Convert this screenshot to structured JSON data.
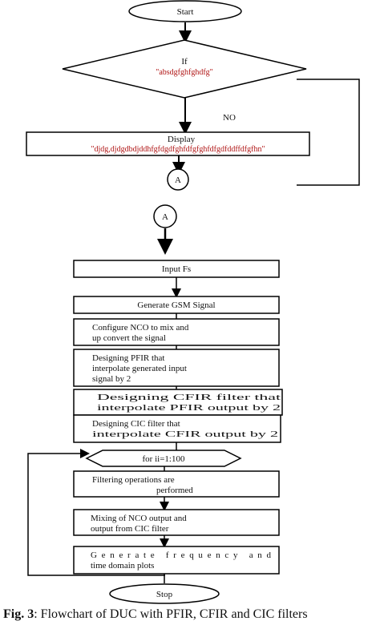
{
  "flowchart": {
    "start": "Start",
    "if_label": "If",
    "if_condition": "\"absdgfghfghdfg\"",
    "no_label": "NO",
    "display_label": "Display",
    "display_text": "\"djdg,djdgdbdjddhfgfdgdfghfdfgfghfdfgdfddffdfgfhn\"",
    "connector_a": "A",
    "connector_a2": "A",
    "input": "Input Fs",
    "generate": "Generate GSM Signal",
    "nco_1": "Configure NCO to mix and",
    "nco_2": "up convert the signal",
    "pfir_1": "Designing    PFIR    that",
    "pfir_2": "interpolate generated input",
    "pfir_3": "signal by 2",
    "cfir_1": "Designing CFIR filter that",
    "cfir_2": "interpolate PFIR output by 2",
    "cic_1": "Designing CIC filter that",
    "cic_2": "interpolate CFIR output by 2",
    "loop": "for ii=1:100",
    "filter_1": "Filtering operations are",
    "filter_2": "performed",
    "mixing_1": "Mixing of NCO output and",
    "mixing_2": "output from CIC filter",
    "plots_1": "Generate  frequency  and",
    "plots_2": "time domain plots",
    "stop": "Stop"
  },
  "caption": {
    "label": "Fig. 3",
    "text": ": Flowchart of DUC with PFIR, CFIR and CIC filters"
  }
}
